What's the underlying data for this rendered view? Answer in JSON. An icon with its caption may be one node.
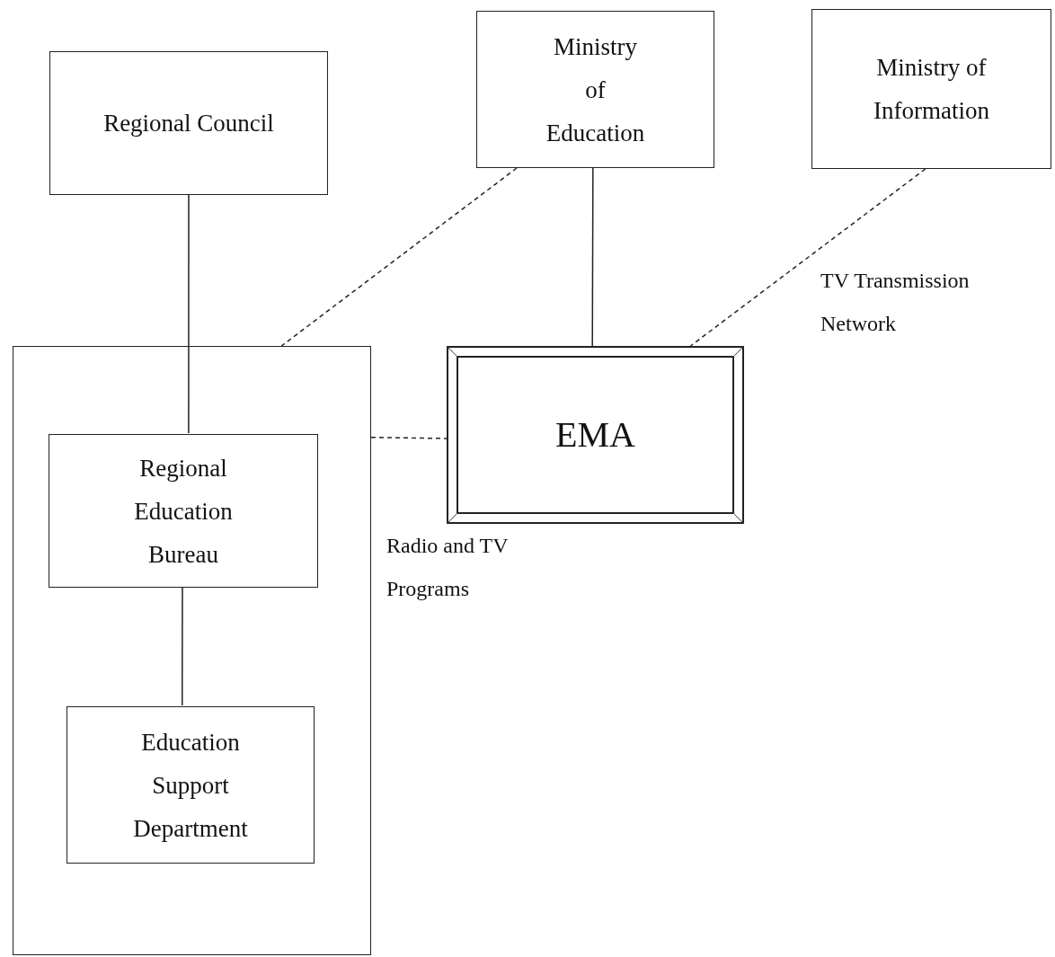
{
  "diagram": {
    "nodes": [
      {
        "text": [
          "Regional Council"
        ]
      },
      {
        "text": [
          "Ministry of Education"
        ]
      },
      {
        "text": [
          "Ministry of Information"
        ]
      },
      {
        "text": [],
        "shape": "box"
      },
      {
        "text": [
          "Regional Education Bureau"
        ],
        "in": 3
      },
      {
        "text": [
          "Education Support Department"
        ],
        "in": 3
      },
      {
        "text": [
          "EMA"
        ]
      }
    ],
    "edges": [
      {
        "from": 0,
        "to": 4,
        "arrow": "none"
      },
      {
        "from": 1,
        "to": 3,
        "arrow": "none",
        "style": "dashed"
      },
      {
        "from": 1,
        "to": 6,
        "arrow": "none"
      },
      {
        "from": 2,
        "to": 6,
        "arrow": "none",
        "style": "dashed",
        "label": "TV Transmission Network"
      },
      {
        "from": 3,
        "to": 6,
        "arrow": "none",
        "style": "dashed",
        "label": "Radio and TV Programs"
      },
      {
        "from": 4,
        "to": 5,
        "arrow": "none"
      }
    ]
  }
}
